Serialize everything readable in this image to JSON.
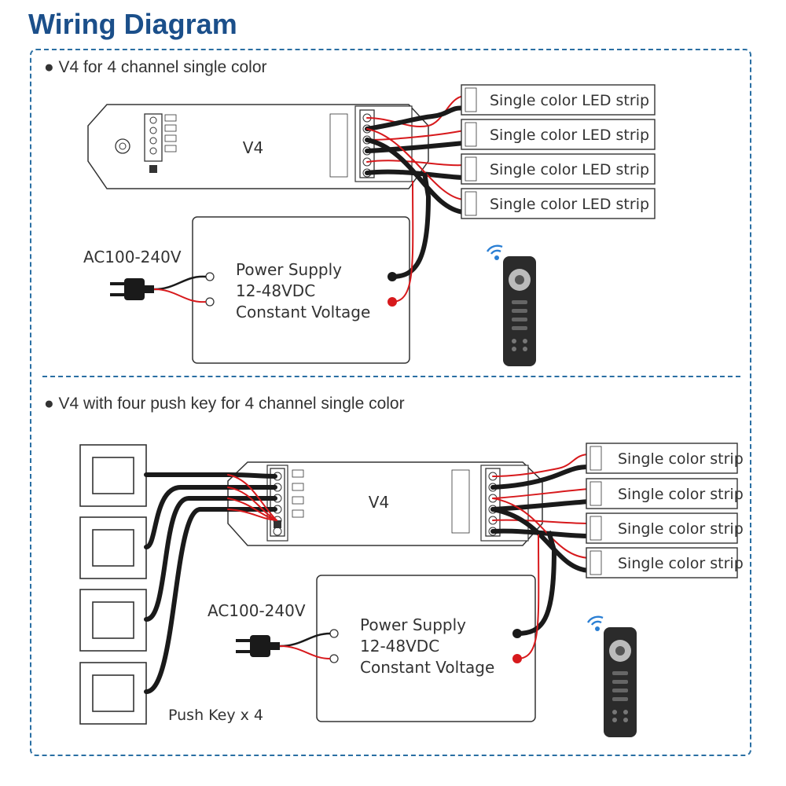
{
  "header": {
    "title": "Wiring Diagram"
  },
  "section1": {
    "title": "● V4 for 4 channel single color",
    "controller_label": "V4",
    "led_strip_label": "Single color LED strip",
    "power_supply": {
      "line1": "Power Supply",
      "line2": "12-48VDC",
      "line3": "Constant Voltage"
    },
    "ac_label": "AC100-240V"
  },
  "section2": {
    "title": "● V4 with four push key for 4 channel single color",
    "controller_label": "V4",
    "strip_label": "Single color strip",
    "power_supply": {
      "line1": "Power Supply",
      "line2": "12-48VDC",
      "line3": "Constant Voltage"
    },
    "ac_label": "AC100-240V",
    "push_key_label": "Push Key x 4"
  },
  "colors": {
    "title": "#1b4f8a",
    "frame": "#2a6fa3",
    "wire_red": "#d7191c",
    "wire_black": "#1a1a1a"
  }
}
